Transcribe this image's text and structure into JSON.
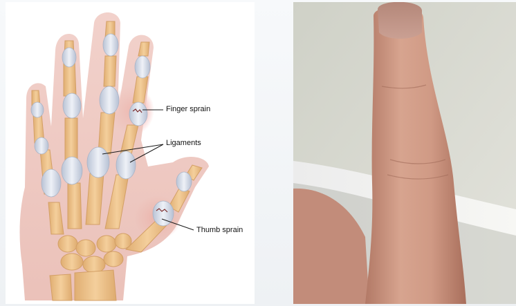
{
  "illustration": {
    "labels": {
      "finger_sprain": "Finger sprain",
      "ligaments": "Ligaments",
      "thumb_sprain": "Thumb sprain"
    }
  },
  "photo": {},
  "colors": {
    "skin": "#efcac3",
    "bone": "#efc48f",
    "ligament": "#cfd6e3",
    "inflammation": "#e63c34",
    "photo_background": "#d9dad3"
  }
}
